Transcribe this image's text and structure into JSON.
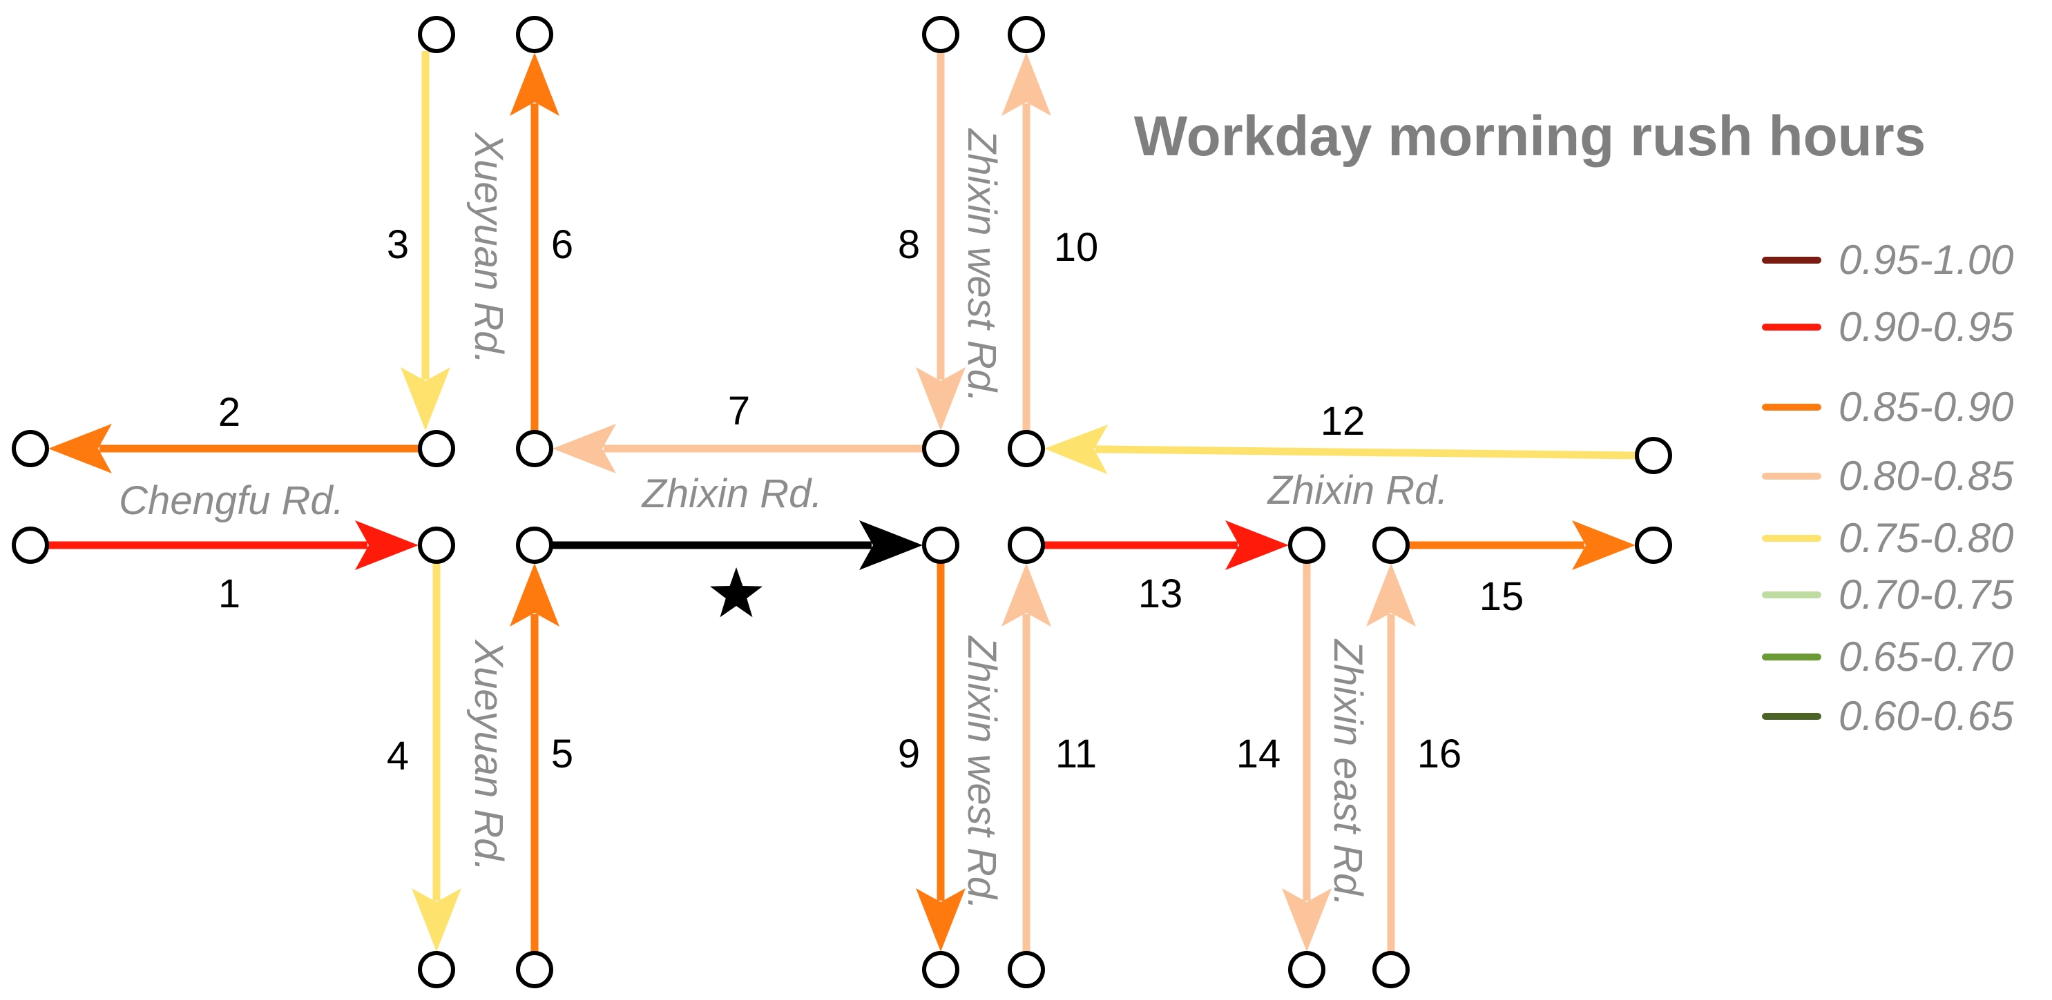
{
  "title": "Workday morning rush hours",
  "legend": {
    "items": [
      {
        "label": "0.95-1.00",
        "color": "#7b1c12"
      },
      {
        "label": "0.90-0.95",
        "color": "#ff1a0a"
      },
      {
        "label": "0.85-0.90",
        "color": "#ff7a0e"
      },
      {
        "label": "0.80-0.85",
        "color": "#fcc49b"
      },
      {
        "label": "0.75-0.80",
        "color": "#fde36e"
      },
      {
        "label": "0.70-0.75",
        "color": "#bedca0"
      },
      {
        "label": "0.65-0.70",
        "color": "#6c9a35"
      },
      {
        "label": "0.60-0.65",
        "color": "#4b6325"
      }
    ]
  },
  "roads": {
    "chengfu": "Chengfu Rd.",
    "zhixin_1": "Zhixin Rd.",
    "zhixin_2": "Zhixin Rd.",
    "xueyuan_north": "Xueyuan Rd.",
    "xueyuan_south": "Xueyuan Rd.",
    "zhixin_west_north": "Zhixin west Rd.",
    "zhixin_west_south": "Zhixin west Rd.",
    "zhixin_east": "Zhixin east Rd."
  },
  "segments": [
    {
      "id": "1",
      "color": "#ff1a0a"
    },
    {
      "id": "2",
      "color": "#ff7a0e"
    },
    {
      "id": "3",
      "color": "#fde36e"
    },
    {
      "id": "4",
      "color": "#fde36e"
    },
    {
      "id": "5",
      "color": "#ff7a0e"
    },
    {
      "id": "6",
      "color": "#ff7a0e"
    },
    {
      "id": "7",
      "color": "#fcc49b"
    },
    {
      "id": "8",
      "color": "#fcc49b"
    },
    {
      "id": "9",
      "color": "#ff7a0e"
    },
    {
      "id": "10",
      "color": "#fcc49b"
    },
    {
      "id": "11",
      "color": "#fcc49b"
    },
    {
      "id": "12",
      "color": "#fde36e"
    },
    {
      "id": "13",
      "color": "#ff1a0a"
    },
    {
      "id": "14",
      "color": "#fcc49b"
    },
    {
      "id": "15",
      "color": "#ff7a0e"
    },
    {
      "id": "16",
      "color": "#fcc49b"
    }
  ],
  "target_segment": {
    "color": "#000000",
    "marker": "star-icon"
  }
}
